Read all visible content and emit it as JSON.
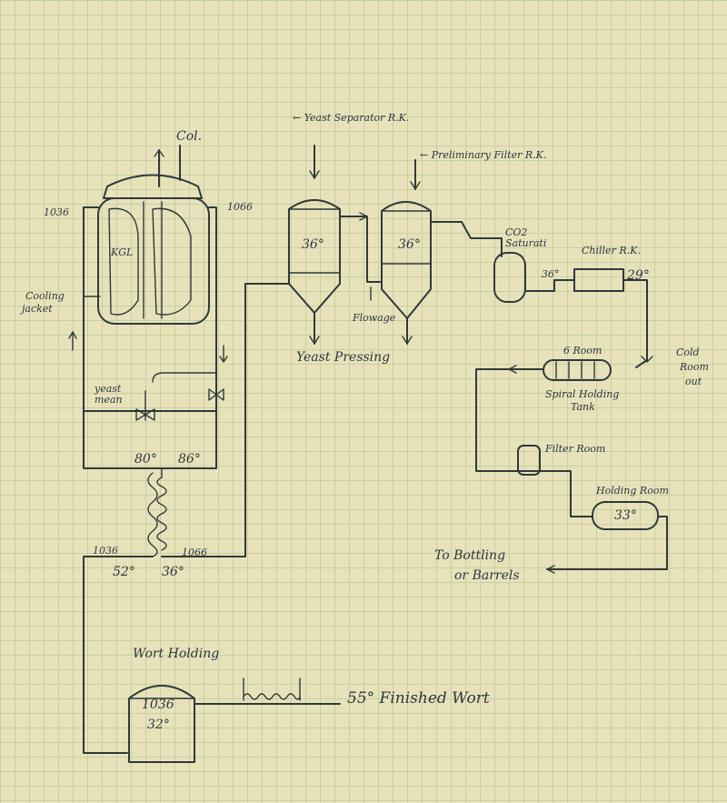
{
  "labels": {
    "col": "Col.",
    "kettle_left": "1036",
    "kettle_right": "1066",
    "kettle_inner": "KGL",
    "cooling_jacket_1": "Cooling",
    "cooling_jacket_2": "jacket",
    "yeast_separator": "← Yeast Separator R.K.",
    "preliminary_filter": "← Preliminary Filter R.K.",
    "sep_temp": "36°",
    "filter_temp": "36°",
    "flowage": "Flowage",
    "yeast_pressing": "Yeast Pressing",
    "co2_1": "CO2",
    "co2_2": "Saturati",
    "chiller": "Chiller R.K.",
    "co2_temp": "36°",
    "chiller_temp": "29°",
    "cold_room_1": "Cold",
    "cold_room_2": "Room",
    "cold_room_3": "out",
    "six_room": "6 Room",
    "spiral_1": "Spiral Holding",
    "spiral_2": "Tank",
    "filter_room": "Filter Room",
    "holding_room": "Holding Room",
    "holding_temp": "33°",
    "to_bottling_1": "To Bottling",
    "to_bottling_2": "or Barrels",
    "yeast_mean_1": "yeast",
    "yeast_mean_2": "mean",
    "temp_left": "80°",
    "temp_right": "86°",
    "hx_in_left": "1036",
    "hx_in_right": "1066",
    "hx_temp_left": "52°",
    "hx_temp_right": "36°",
    "wort_holding": "Wort Holding",
    "wort_tank_gravity": "1036",
    "wort_tank_temp": "32°",
    "finished_wort": "55° Finished Wort"
  },
  "colors": {
    "paper": "#e8e2bb",
    "grid": "#c9cfa0",
    "ink": "#2e3a3a",
    "tan": "#d6aa72",
    "yellow": "#d9db7e",
    "peach": "#e7b78b"
  }
}
